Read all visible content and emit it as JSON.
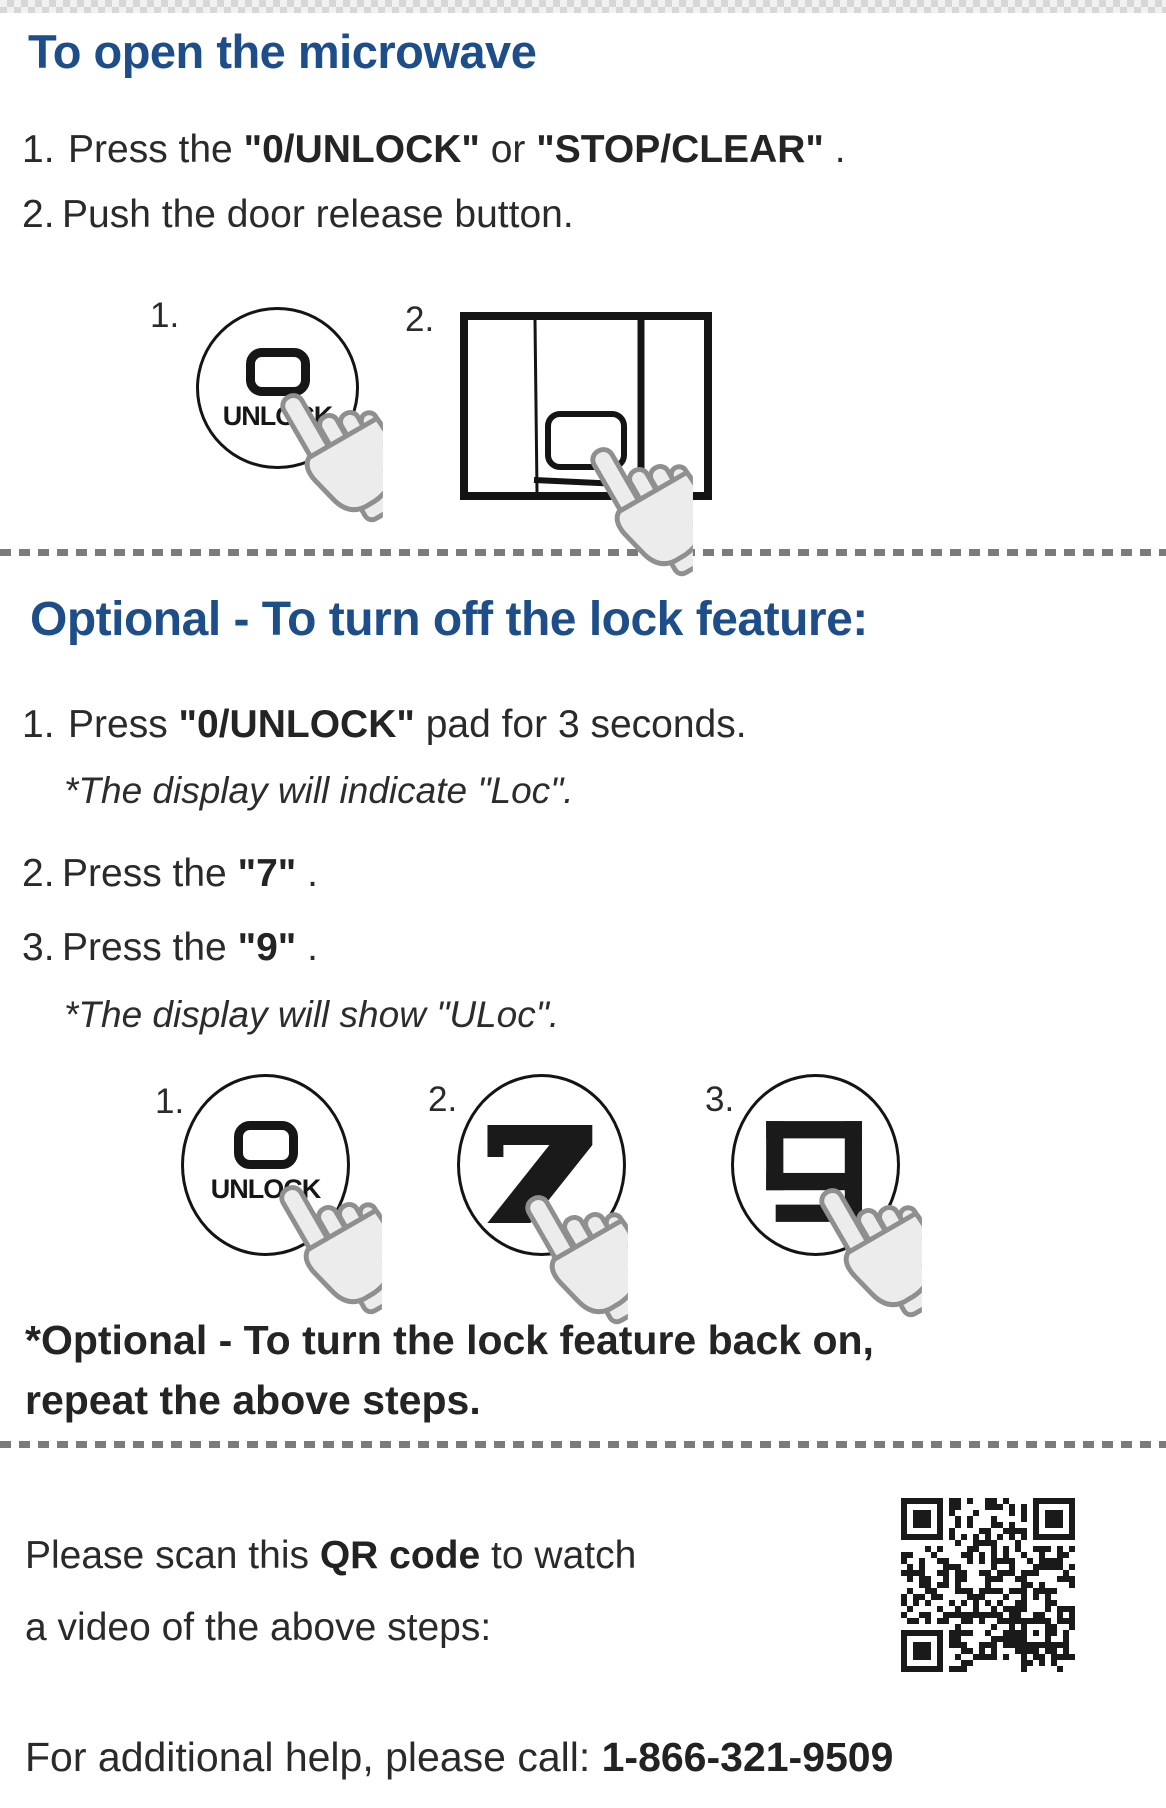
{
  "page": {
    "accent_color": "#1d4e89",
    "text_color": "#2a2a2a"
  },
  "open": {
    "title": "To open the microwave",
    "step1_num": "1.",
    "step1_pre": "Press the ",
    "step1_b1": "\"0/UNLOCK\"",
    "step1_mid": " or ",
    "step1_b2": "\"STOP/CLEAR\"",
    "step1_post": " .",
    "step2_num": "2.",
    "step2_text": "Push the door release button.",
    "fig1_label": "1.",
    "fig1_key": "0",
    "fig1_text": "UNLOCK",
    "fig2_label": "2."
  },
  "opt": {
    "title": "Optional - To turn off the lock feature:",
    "step1_num": "1.",
    "step1_pre": "Press ",
    "step1_b1": "\"0/UNLOCK\"",
    "step1_post": " pad for 3 seconds.",
    "note1": "*The display will indicate \"Loc\".",
    "step2_num": "2.",
    "step2_pre": "Press the ",
    "step2_b1": "\"7\"",
    "step2_post": " .",
    "step3_num": "3.",
    "step3_pre": "Press the ",
    "step3_b1": "\"9\"",
    "step3_post": " .",
    "note2": "*The display will show \"ULoc\".",
    "fig1_label": "1.",
    "fig1_key": "0",
    "fig1_text": "UNLOCK",
    "fig2_label": "2.",
    "fig2_key": "7",
    "fig3_label": "3.",
    "fig3_key": "9",
    "back_note_line1": "*Optional - To turn the lock feature back on,",
    "back_note_line2": "repeat the above steps."
  },
  "footer": {
    "scan_pre": "Please scan this ",
    "scan_bold": "QR code",
    "scan_post": " to watch",
    "scan_line2": "a video of the above steps:",
    "help_pre": "For additional help, please call: ",
    "help_phone": "1-866-321-9509"
  }
}
